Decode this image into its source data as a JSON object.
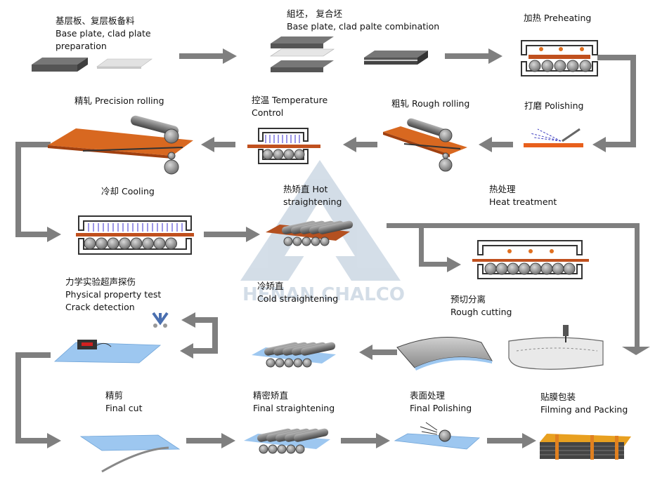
{
  "watermark": {
    "text": "HENAN CHALCO"
  },
  "colors": {
    "arrow": "#7f7f7f",
    "plate_dark": "#555555",
    "plate_light": "#d9d9d9",
    "copper": "#c0501e",
    "roller": "#8c8c8c",
    "heat": "#e07020",
    "coolant": "#5a4fd8",
    "sheet": "#9dc7f0",
    "watermark": "#9fb6cc"
  },
  "steps": [
    {
      "id": "base-plate-preparation",
      "zh": "基层板、复层板备料",
      "en": [
        "Base plate, clad plate",
        "preparation"
      ]
    },
    {
      "id": "combination",
      "zh": "組坯， 复合坯",
      "en": [
        "Base plate, clad palte combination"
      ]
    },
    {
      "id": "preheating",
      "zh": "加热",
      "en_inline": "Preheating"
    },
    {
      "id": "polishing",
      "zh": "打磨",
      "en_inline": "Polishing"
    },
    {
      "id": "rough-rolling",
      "zh": "粗轧",
      "en_inline": "Rough rolling"
    },
    {
      "id": "temperature-control",
      "zh": "控温",
      "en_inline": "Temperature",
      "en": [
        "Control"
      ]
    },
    {
      "id": "precision-rolling",
      "zh": "精轧",
      "en_inline": "Precision rolling"
    },
    {
      "id": "cooling",
      "zh": "冷却",
      "en_inline": "Cooling"
    },
    {
      "id": "hot-straightening",
      "zh": "热矫直",
      "en_inline": "Hot",
      "en": [
        "straightening"
      ]
    },
    {
      "id": "heat-treatment",
      "zh": "热处理",
      "en": [
        "Heat treatment"
      ]
    },
    {
      "id": "rough-cutting",
      "zh": "预切分离",
      "en": [
        "Rough cutting"
      ]
    },
    {
      "id": "cold-straightening",
      "zh": "冷矫直",
      "en": [
        "Cold straightening"
      ]
    },
    {
      "id": "property-test",
      "zh": "力学实验超声探伤",
      "en": [
        "Physical property test",
        "Crack detection"
      ]
    },
    {
      "id": "final-cut",
      "zh": "精剪",
      "en": [
        "Final cut"
      ]
    },
    {
      "id": "final-straightening",
      "zh": "精密矫直",
      "en": [
        "Final straightening"
      ]
    },
    {
      "id": "final-polishing",
      "zh": "表面处理",
      "en": [
        "Final Polishing"
      ]
    },
    {
      "id": "filming-packing",
      "zh": "贴膜包装",
      "en": [
        "Filming and Packing"
      ]
    }
  ]
}
